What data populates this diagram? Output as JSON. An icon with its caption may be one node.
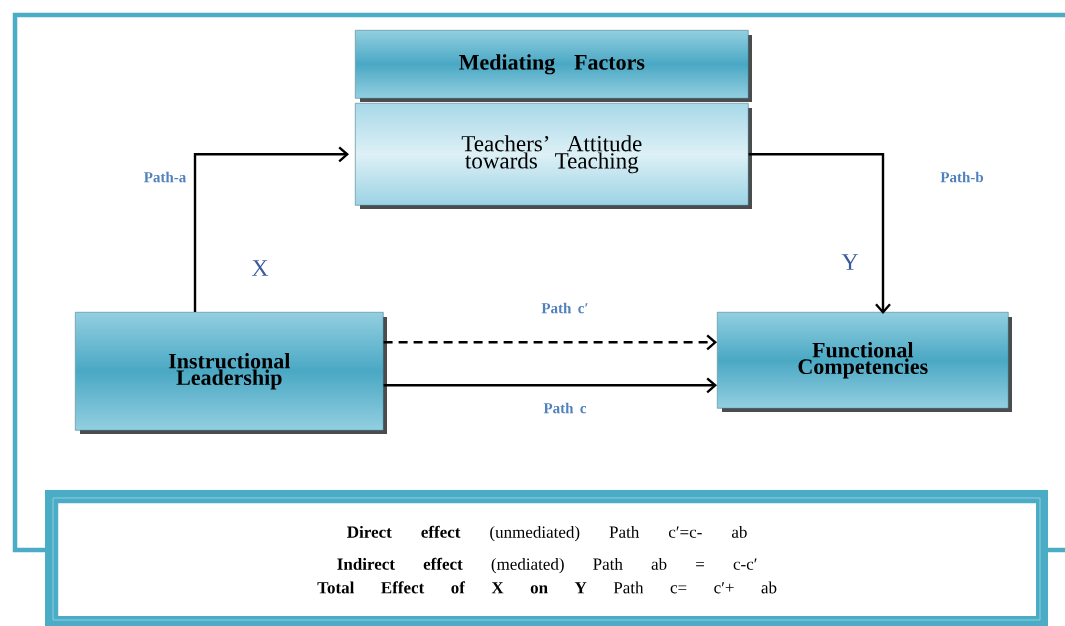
{
  "diagram": {
    "nodes": [
      {
        "text": [
          "Mediating Factors"
        ]
      },
      {
        "text": [
          "Teachers’ Attitude towards Teaching"
        ]
      },
      {
        "text": [
          "Instructional Leadership"
        ]
      },
      {
        "text": [
          "Functional Competencies"
        ]
      },
      {
        "text": [
          "**Direct effect** (unmediated) Path c′=c- ab",
          "**Indirect effect** (mediated) Path ab = c-c′",
          "**Total Effect of X on Y** Path c= c′+ ab"
        ]
      }
    ],
    "edges": [
      {
        "from": 2,
        "to": 1,
        "arrow": "to",
        "label": "Path-a"
      },
      {
        "from": 1,
        "to": 3,
        "arrow": "to",
        "label": "Path-b"
      },
      {
        "from": 2,
        "to": 3,
        "arrow": "to",
        "label": "Path c′",
        "style": "dashed"
      },
      {
        "from": 2,
        "to": 3,
        "arrow": "to",
        "label": "Path c"
      }
    ],
    "labels": [
      "X",
      "Y"
    ]
  }
}
